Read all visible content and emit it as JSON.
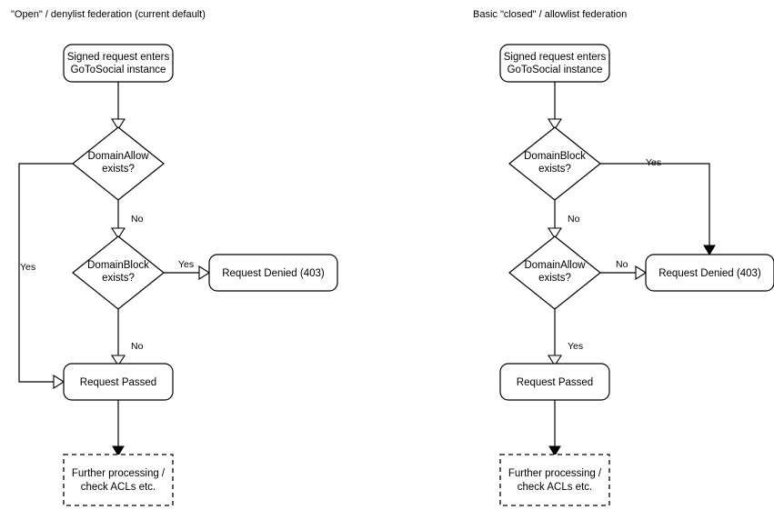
{
  "diagram": {
    "type": "flowchart",
    "background_color": "#ffffff",
    "stroke_color": "#000000",
    "panels": [
      {
        "id": "open-denylist",
        "title": "\"Open\" / denylist federation (current default)",
        "nodes": {
          "entry": {
            "label_line1": "Signed request enters",
            "label_line2": "GoToSocial instance",
            "shape": "rounded-rect"
          },
          "decision1": {
            "label_line1": "DomainAllow",
            "label_line2": "exists?",
            "shape": "diamond"
          },
          "decision2": {
            "label_line1": "DomainBlock",
            "label_line2": "exists?",
            "shape": "diamond"
          },
          "denied": {
            "label_line1": "Request Denied (403)",
            "shape": "rounded-rect"
          },
          "passed": {
            "label_line1": "Request Passed",
            "shape": "rounded-rect"
          },
          "further": {
            "label_line1": "Further processing /",
            "label_line2": "check ACLs etc.",
            "shape": "dashed-rect"
          }
        },
        "edges": [
          {
            "from": "entry",
            "to": "decision1",
            "label": ""
          },
          {
            "from": "decision1",
            "to": "passed",
            "label": "Yes"
          },
          {
            "from": "decision1",
            "to": "decision2",
            "label": "No"
          },
          {
            "from": "decision2",
            "to": "denied",
            "label": "Yes"
          },
          {
            "from": "decision2",
            "to": "passed",
            "label": "No"
          },
          {
            "from": "passed",
            "to": "further",
            "label": ""
          }
        ]
      },
      {
        "id": "closed-allowlist",
        "title": "Basic \"closed\" / allowlist federation",
        "nodes": {
          "entry": {
            "label_line1": "Signed request enters",
            "label_line2": "GoToSocial instance",
            "shape": "rounded-rect"
          },
          "decision1": {
            "label_line1": "DomainBlock",
            "label_line2": "exists?",
            "shape": "diamond"
          },
          "decision2": {
            "label_line1": "DomainAllow",
            "label_line2": "exists?",
            "shape": "diamond"
          },
          "denied": {
            "label_line1": "Request Denied (403)",
            "shape": "rounded-rect"
          },
          "passed": {
            "label_line1": "Request Passed",
            "shape": "rounded-rect"
          },
          "further": {
            "label_line1": "Further processing /",
            "label_line2": "check ACLs etc.",
            "shape": "dashed-rect"
          }
        },
        "edges": [
          {
            "from": "entry",
            "to": "decision1",
            "label": ""
          },
          {
            "from": "decision1",
            "to": "denied",
            "label": "Yes"
          },
          {
            "from": "decision1",
            "to": "decision2",
            "label": "No"
          },
          {
            "from": "decision2",
            "to": "denied",
            "label": "No"
          },
          {
            "from": "decision2",
            "to": "passed",
            "label": "Yes"
          },
          {
            "from": "passed",
            "to": "further",
            "label": ""
          }
        ]
      }
    ]
  }
}
